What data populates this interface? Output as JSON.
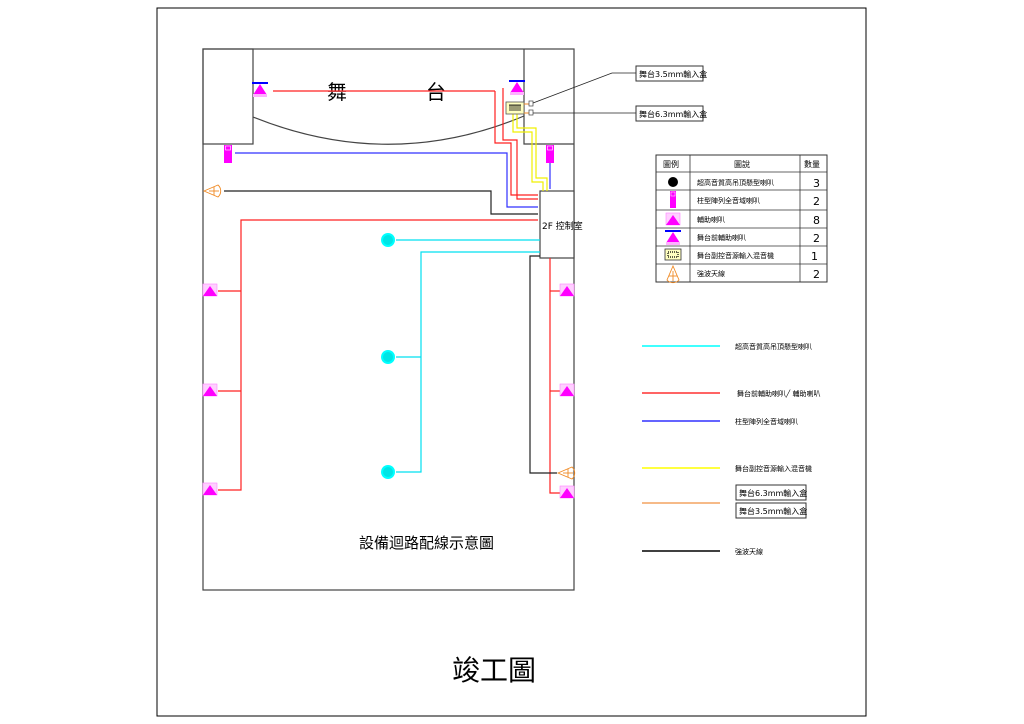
{
  "drawing": {
    "stage_label_1": "舞",
    "stage_label_2": "台",
    "control_room": "2F 控制室",
    "plan_title": "設備迴路配線示意圖",
    "sheet_title": "竣工圖",
    "callout_35": "舞台3.5mm輸入盒",
    "callout_63": "舞台6.3mm輸入盒"
  },
  "legend_table": {
    "headers": [
      "圖例",
      "圖說",
      "數量"
    ],
    "rows": [
      {
        "icon": "black-dot",
        "desc": "超高音質高吊頂懸型喇叭",
        "qty": "3"
      },
      {
        "icon": "column-speaker",
        "desc": "柱型陣列全音域喇叭",
        "qty": "2"
      },
      {
        "icon": "aux-speaker",
        "desc": "輔助喇叭",
        "qty": "8"
      },
      {
        "icon": "stage-front-speaker",
        "desc": "舞台前輔助喇叭",
        "qty": "2"
      },
      {
        "icon": "mixer",
        "desc": "舞台副控音源輸入混音機",
        "qty": "1"
      },
      {
        "icon": "antenna",
        "desc": "強波天線",
        "qty": "2"
      }
    ]
  },
  "line_legend": [
    {
      "color": "#00ffff",
      "label": "超高音質高吊頂懸型喇叭"
    },
    {
      "color": "#ff0000",
      "label": "舞台前輔助喇叭╱ 輔助喇叭"
    },
    {
      "color": "#0000ff",
      "label": "柱型陣列全音域喇叭"
    },
    {
      "color": "#ffff00",
      "label": "舞台副控音源輸入混音機"
    },
    {
      "color": "#f4a460",
      "label_box_1": "舞台6.3mm輸入盒",
      "label_box_2": "舞台3.5mm輸入盒"
    },
    {
      "color": "#000000",
      "label": "強波天線"
    }
  ],
  "colors": {
    "cyan": "#00ffff",
    "red": "#ff0000",
    "blue": "#0000ff",
    "yellow": "#ffff00",
    "orange": "#f08a24",
    "magenta": "#ff00ff"
  }
}
